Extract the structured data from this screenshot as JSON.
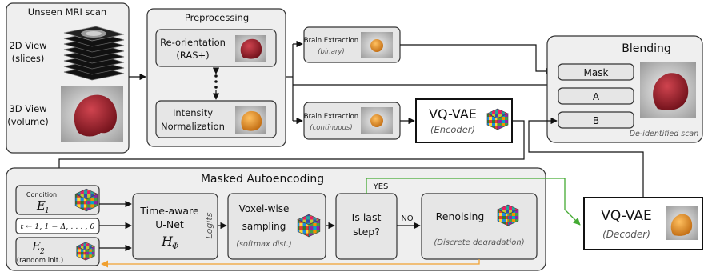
{
  "unseen": {
    "title": "Unseen MRI scan",
    "view2d_a": "2D View",
    "view2d_b": "(slices)",
    "view3d_a": "3D View",
    "view3d_b": "(volume)"
  },
  "preprocessing": {
    "title": "Preprocessing",
    "reorient_a": "Re-orientation",
    "reorient_b": "(RAS+)",
    "intensity_a": "Intensity",
    "intensity_b": "Normalization"
  },
  "brain_binary": {
    "title": "Brain Extraction",
    "sub": "(binary)"
  },
  "brain_cont": {
    "title": "Brain Extraction",
    "sub": "(continuous)"
  },
  "vqvae_enc": {
    "title": "VQ-VAE",
    "sub": "(Encoder)"
  },
  "blending": {
    "title": "Blending",
    "mask": "Mask",
    "a": "A",
    "b": "B",
    "caption": "De-identified scan"
  },
  "mae": {
    "title": "Masked Autoencoding",
    "condition": "Condition",
    "e1": "E",
    "e1_sub": "1",
    "timesteps": "t ← 1, 1 − Δ, . . . , 0",
    "e2": "E",
    "e2_sub": "2",
    "e2_note": "(random init.)",
    "unet_a": "Time-aware",
    "unet_b": "U-Net",
    "unet_h": "H",
    "unet_h_sub": "Φ",
    "logits": "Logits",
    "voxel_a": "Voxel-wise",
    "voxel_b": "sampling",
    "voxel_c": "(softmax dist.)",
    "last_a": "Is last",
    "last_b": "step?",
    "yes": "YES",
    "no": "NO",
    "renoise": "Renoising",
    "renoise_sub": "(Discrete degradation)"
  },
  "vqvae_dec": {
    "title": "VQ-VAE",
    "sub": "(Decoder)"
  },
  "colors": {
    "panel_bg": "#efefef",
    "box_bg": "#e6e6e6",
    "yes_arrow": "#44aa33",
    "loop_arrow": "#f0a030",
    "head_red": "#9b1c2a",
    "head_orange": "#e8942a"
  }
}
